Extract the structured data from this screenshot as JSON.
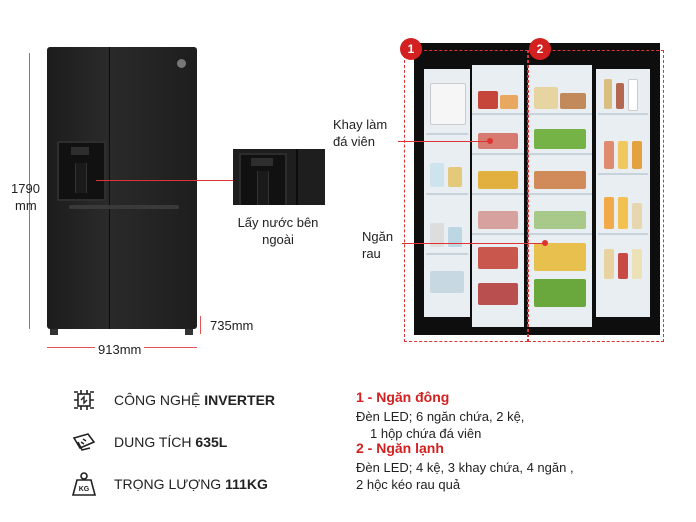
{
  "dimensions": {
    "height_value": "1790",
    "height_unit": "mm",
    "width": "913mm",
    "depth": "735mm"
  },
  "callouts": {
    "dispenser": "Lấy nước bên ngoài",
    "ice_tray": "Khay làm đá viên",
    "veg_drawer": "Ngăn rau"
  },
  "badges": {
    "one": "1",
    "two": "2"
  },
  "features": [
    {
      "icon": "inverter-chip-icon",
      "label": "CÔNG NGHỆ ",
      "value": "INVERTER"
    },
    {
      "icon": "capacity-icon",
      "label": "DUNG TÍCH ",
      "value": "635L"
    },
    {
      "icon": "weight-kg-icon",
      "label": "TRỌNG LƯỢNG ",
      "value": "111KG"
    }
  ],
  "compartments": {
    "freezer_title": "1 - Ngăn đông",
    "freezer_line1": "Đèn LED; 6 ngăn chứa, 2 kệ,",
    "freezer_line2": "1 hộp chứa đá viên",
    "fridge_title": "2 - Ngăn lạnh",
    "fridge_line1": "Đèn LED; 4 kệ, 3 khay chứa, 4 ngăn ,",
    "fridge_line2": "2 hộc kéo rau quả"
  },
  "colors": {
    "accent_red": "#d32020",
    "fridge_black": "#1c1c1c"
  }
}
